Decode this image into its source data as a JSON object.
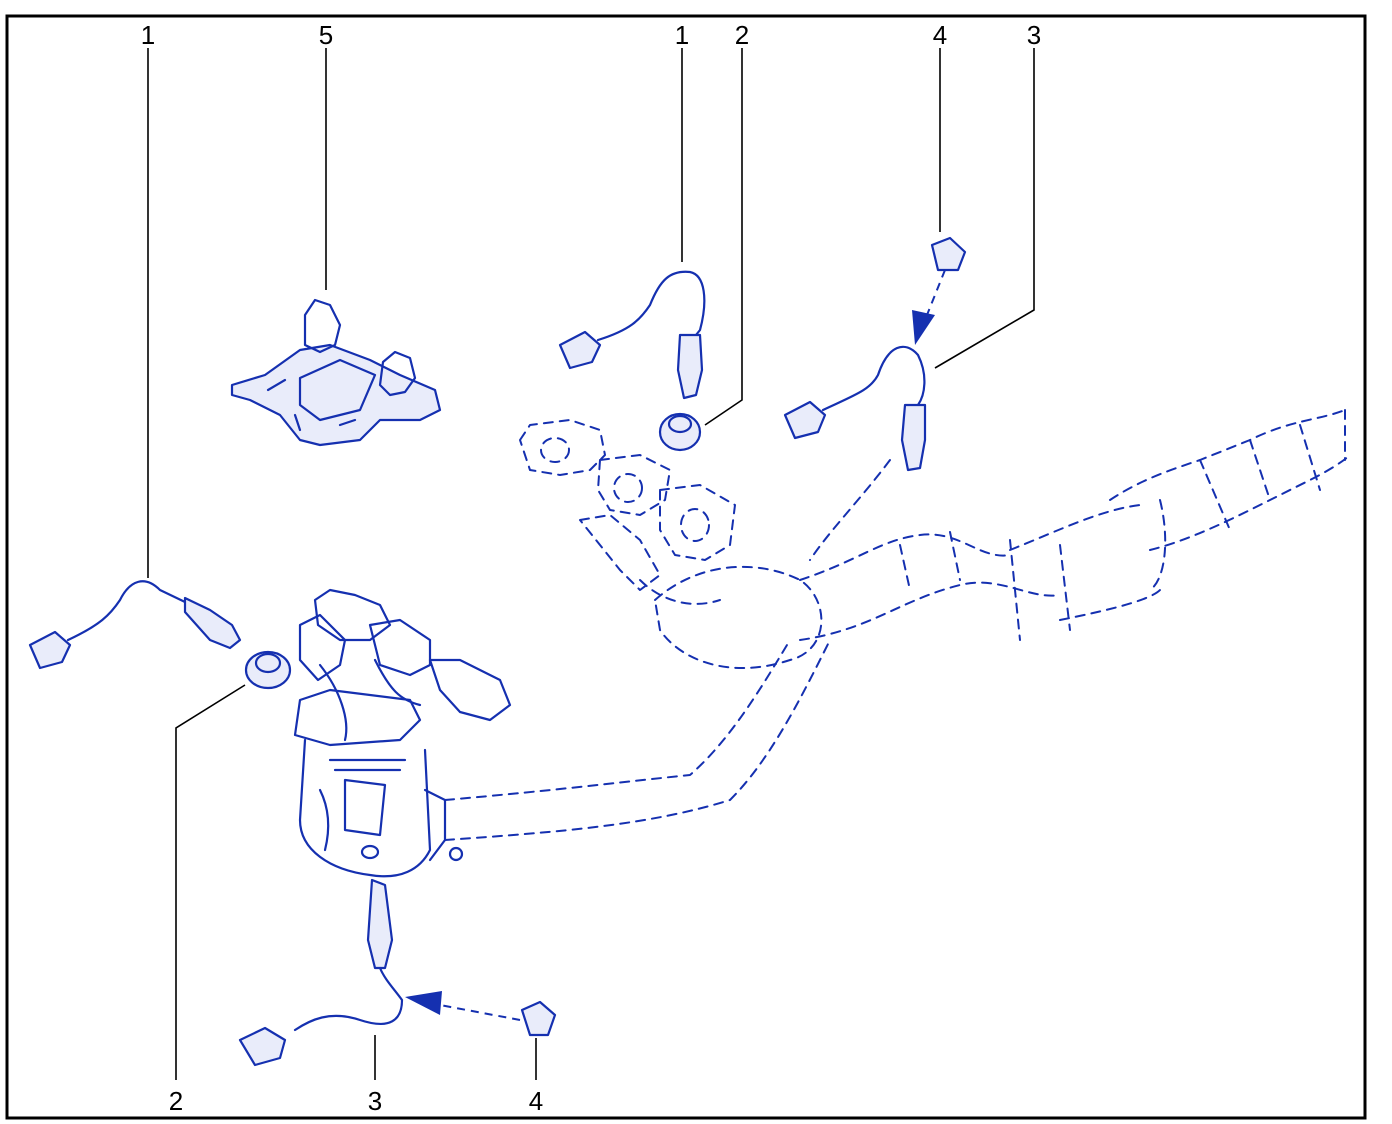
{
  "callouts": {
    "left_oxygen_sensor": "1",
    "heat_shield_bracket": "5",
    "left_plug": "2",
    "left_rear_sensor": "3",
    "left_connector": "4",
    "right_oxygen_sensor": "1",
    "right_plug": "2",
    "right_connector": "4",
    "right_rear_sensor": "3"
  },
  "colors": {
    "linework": "#1530b0",
    "frame": "#000000",
    "background": "#ffffff"
  }
}
